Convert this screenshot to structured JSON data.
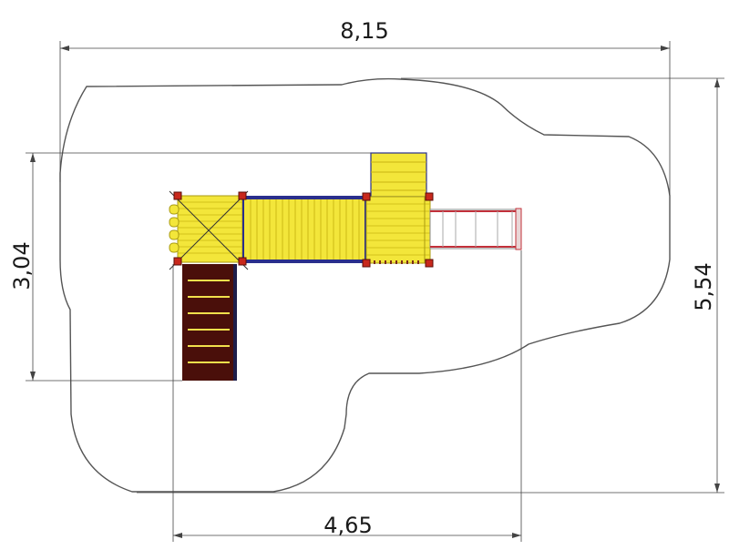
{
  "dimensions": {
    "total_width": "8,15",
    "total_depth": "5,54",
    "footprint_depth": "3,04",
    "footprint_width": "4,65"
  },
  "colors": {
    "outline": "#555555",
    "dimension_line": "#444444",
    "deck_yellow": "#f3e63a",
    "deck_plank": "#c9b411",
    "ladder_brown": "#4a0f0a",
    "rung_yellow": "#f1e04c",
    "frame_blue": "#2a2f8c",
    "post_red": "#c8281c",
    "slide_white": "#ffffff",
    "slide_rail": "#c2303a"
  }
}
